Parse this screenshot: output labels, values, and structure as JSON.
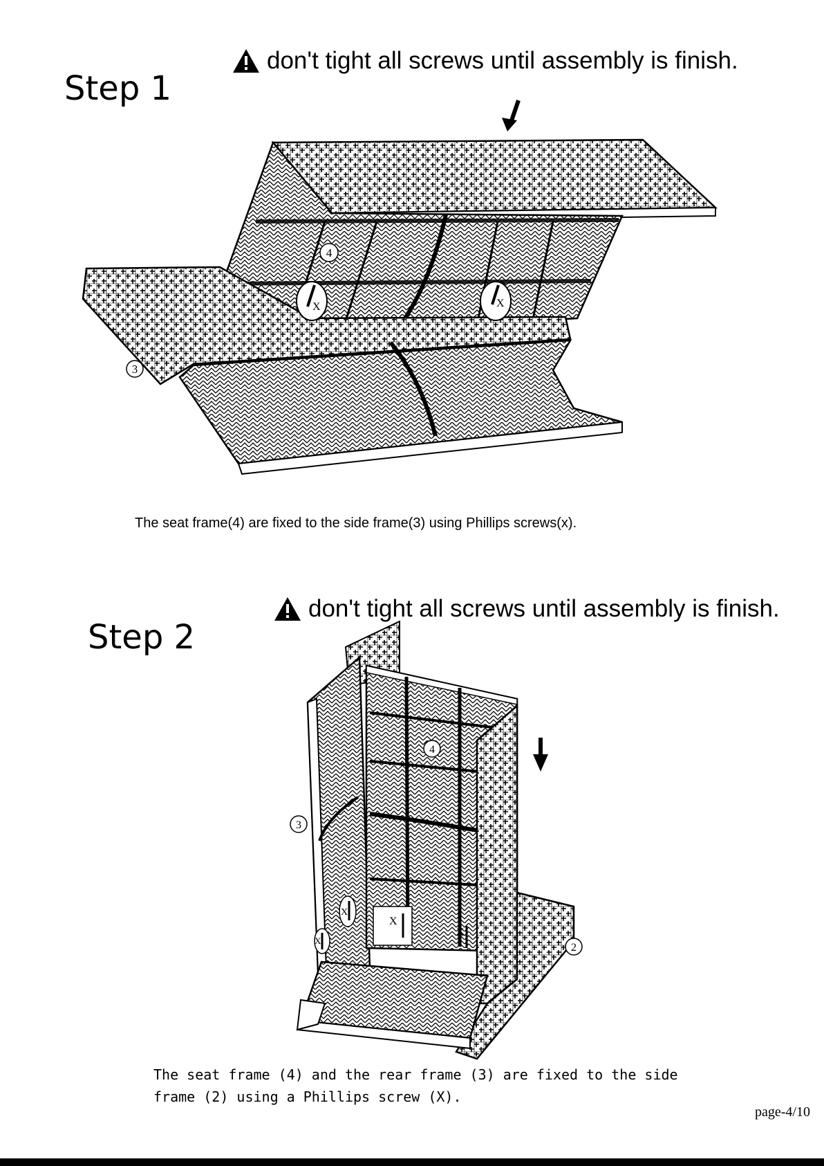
{
  "step1": {
    "title": "Step 1",
    "warning": "don't tight all screws until assembly is finish.",
    "caption": "The seat frame(4) are fixed to the side frame(3) using Phillips screws(x).",
    "labels": {
      "part4": "4",
      "part3": "3",
      "screw_a": "X",
      "screw_b": "X"
    }
  },
  "step2": {
    "title": "Step 2",
    "warning": "don't tight all screws until assembly is finish.",
    "caption_line1": "The seat frame (4) and the rear frame (3) are fixed to the side",
    "caption_line2": "frame (2) using a Phillips screw (X).",
    "labels": {
      "part4": "4",
      "part3": "3",
      "part2": "2",
      "screw_a": "X",
      "screw_b": "X",
      "screw_c": "X",
      "screw_d": "X"
    }
  },
  "footer": {
    "page": "page-4/10"
  }
}
